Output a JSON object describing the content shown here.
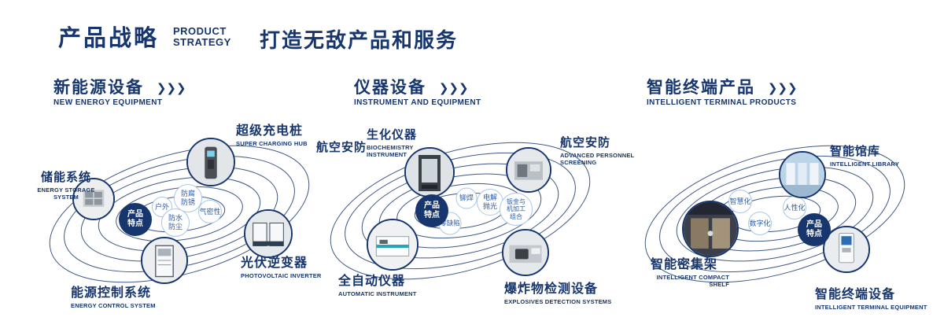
{
  "header": {
    "title": "产品战略",
    "subtitle_line1": "PRODUCT",
    "subtitle_line2": "STRATEGY",
    "tagline": "打造无敌产品和服务",
    "chevrons": "❯❯❯"
  },
  "colors": {
    "navy": "#17366d",
    "bubble_border": "#a9c7e6",
    "bubble_text": "#2d5ba8"
  },
  "sections": [
    {
      "title": "新能源设备",
      "subtitle": "NEW ENERGY EQUIPMENT",
      "badge": "产品特点",
      "nodes": [
        {
          "label": "储能系统",
          "sublabel": "ENERGY STORAGE SYSTEM"
        },
        {
          "label": "超级充电桩",
          "sublabel": "SUPER CHARGING HUB"
        },
        {
          "label": "光伏逆变器",
          "sublabel": "PHOTOVOLTAIC INVERTER"
        },
        {
          "label": "能源控制系统",
          "sublabel": "ENERGY CONTROL SYSTEM"
        }
      ],
      "features": [
        "户外",
        "防腐防锈",
        "气密性",
        "防水防尘"
      ]
    },
    {
      "title": "仪器设备",
      "subtitle": "INSTRUMENT AND EQUIPMENT",
      "extra_label": "航空安防",
      "badge": "产品特点",
      "nodes": [
        {
          "label": "生化仪器",
          "sublabel": "BIOCHEMISTRY INSTRUMENT"
        },
        {
          "label": "航空安防",
          "sublabel": "ADVANCED PERSONNEL SCREENING"
        },
        {
          "label": "全自动仪器",
          "sublabel": "AUTOMATIC INSTRUMENT"
        },
        {
          "label": "爆炸物检测设备",
          "sublabel": "EXPLOSIVES DETECTION SYSTEMS"
        }
      ],
      "features": [
        "铆焊",
        "电解抛光",
        "钣金与机加工组合",
        "零缺陷"
      ]
    },
    {
      "title": "智能终端产品",
      "subtitle": "INTELLIGENT TERMINAL PRODUCTS",
      "badge": "产品特点",
      "nodes": [
        {
          "label": "智能馆库",
          "sublabel": "INTELLIGENT LIBRARY"
        },
        {
          "label": "智能密集架",
          "sublabel": "INTELLIGENT COMPACT SHELF"
        },
        {
          "label": "智能终端设备",
          "sublabel": "INTELLIGENT TERMINAL EQUIPMENT"
        }
      ],
      "features": [
        "智慧化",
        "人性化",
        "数字化"
      ]
    }
  ]
}
